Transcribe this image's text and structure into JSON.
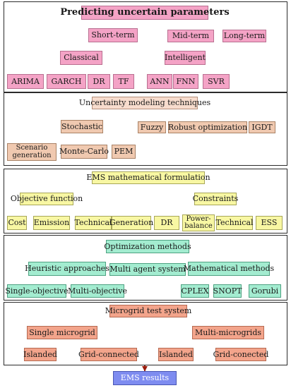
{
  "colors": {
    "pink": "#f4a3c6",
    "peach": "#f7dccd",
    "tan": "#f0c9b0",
    "yellow": "#f8f7a3",
    "green": "#a3ecd0",
    "salmon": "#f3a48b",
    "blue": "#7e8cf0",
    "arrow_green": "#4c8c1e",
    "arrow_red": "#9b1c0c"
  },
  "section1": {
    "title": "Predicting uncertain parameters",
    "short_term": "Short-term",
    "mid_term": "Mid-term",
    "long_term": "Long-term",
    "classical": "Classical",
    "intelligent": "Intelligent",
    "arima": "ARIMA",
    "garch": "GARCH",
    "dr": "DR",
    "tf": "TF",
    "ann": "ANN",
    "fnn": "FNN",
    "svr": "SVR"
  },
  "section2": {
    "title": "Uncertainty modeling techniques",
    "stochastic": "Stochastic",
    "fuzzy": "Fuzzy",
    "robust": "Robust optimization",
    "igdt": "IGDT",
    "scenario_1": "Scenario",
    "scenario_2": "generation",
    "monte_carlo": "Monte-Carlo",
    "pem": "PEM"
  },
  "section3": {
    "title": "EMS mathematical formulation",
    "objective": "Objective function",
    "constraints": "Constraints",
    "cost": "Cost",
    "emission": "Emission",
    "technical_obj": "Technical",
    "generation": "Generation",
    "dr": "DR",
    "power_1": "Power-",
    "power_2": "balance",
    "technical_con": "Technical",
    "ess": "ESS"
  },
  "section4": {
    "title": "Optimization methods",
    "heuristic": "Heuristic approaches",
    "multi_agent": "Multi agent system",
    "mathematical": "Mathematical methods",
    "single_obj": "Single-objective",
    "multi_obj": "Multi-objective",
    "cplex": "CPLEX",
    "snopt": "SNOPT",
    "gorubi": "Gorubi"
  },
  "section5": {
    "title": "Microgrid test system",
    "single": "Single microgrid",
    "multi": "Multi-microgrids",
    "islanded_1": "Islanded",
    "grid_connected": "Grid-connected",
    "islanded_2": "Islanded",
    "grid_conected": "Grid-conected"
  },
  "result": "EMS results"
}
